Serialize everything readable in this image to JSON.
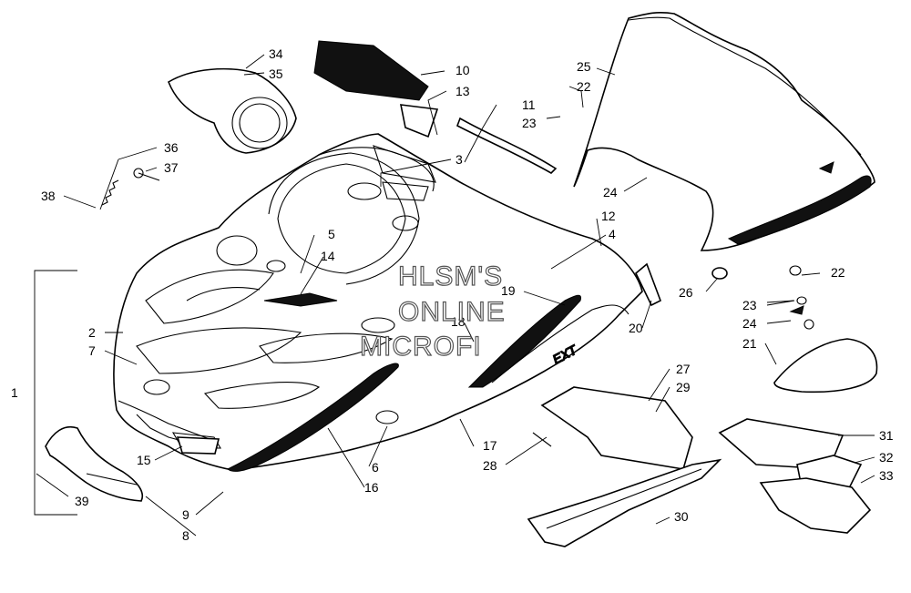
{
  "callouts": [
    {
      "id": "c34",
      "text": "34"
    },
    {
      "id": "c35",
      "text": "35"
    },
    {
      "id": "c36",
      "text": "36"
    },
    {
      "id": "c37",
      "text": "37"
    },
    {
      "id": "c38",
      "text": "38"
    },
    {
      "id": "c10",
      "text": "10"
    },
    {
      "id": "c13",
      "text": "13"
    },
    {
      "id": "c3",
      "text": "3"
    },
    {
      "id": "c11",
      "text": "11"
    },
    {
      "id": "c23a",
      "text": "23"
    },
    {
      "id": "c22a",
      "text": "22"
    },
    {
      "id": "c25",
      "text": "25"
    },
    {
      "id": "c24a",
      "text": "24"
    },
    {
      "id": "c12",
      "text": "12"
    },
    {
      "id": "c4",
      "text": "4"
    },
    {
      "id": "c5",
      "text": "5"
    },
    {
      "id": "c14",
      "text": "14"
    },
    {
      "id": "c19",
      "text": "19"
    },
    {
      "id": "c18",
      "text": "18"
    },
    {
      "id": "c20",
      "text": "20"
    },
    {
      "id": "c26",
      "text": "26"
    },
    {
      "id": "c22b",
      "text": "22"
    },
    {
      "id": "c23b",
      "text": "23"
    },
    {
      "id": "c24b",
      "text": "24"
    },
    {
      "id": "c21",
      "text": "21"
    },
    {
      "id": "c2",
      "text": "2"
    },
    {
      "id": "c7",
      "text": "7"
    },
    {
      "id": "c1",
      "text": "1"
    },
    {
      "id": "c27",
      "text": "27"
    },
    {
      "id": "c29",
      "text": "29"
    },
    {
      "id": "c17",
      "text": "17"
    },
    {
      "id": "c28",
      "text": "28"
    },
    {
      "id": "c31",
      "text": "31"
    },
    {
      "id": "c32",
      "text": "32"
    },
    {
      "id": "c33",
      "text": "33"
    },
    {
      "id": "c15",
      "text": "15"
    },
    {
      "id": "c6",
      "text": "6"
    },
    {
      "id": "c16",
      "text": "16"
    },
    {
      "id": "c39",
      "text": "39"
    },
    {
      "id": "c9",
      "text": "9"
    },
    {
      "id": "c8",
      "text": "8"
    },
    {
      "id": "c30",
      "text": "30"
    }
  ],
  "watermark": {
    "line1": "HLSM'S",
    "line2": "ONLINE",
    "line3": "MICROFI"
  },
  "decal_text": "EXT"
}
